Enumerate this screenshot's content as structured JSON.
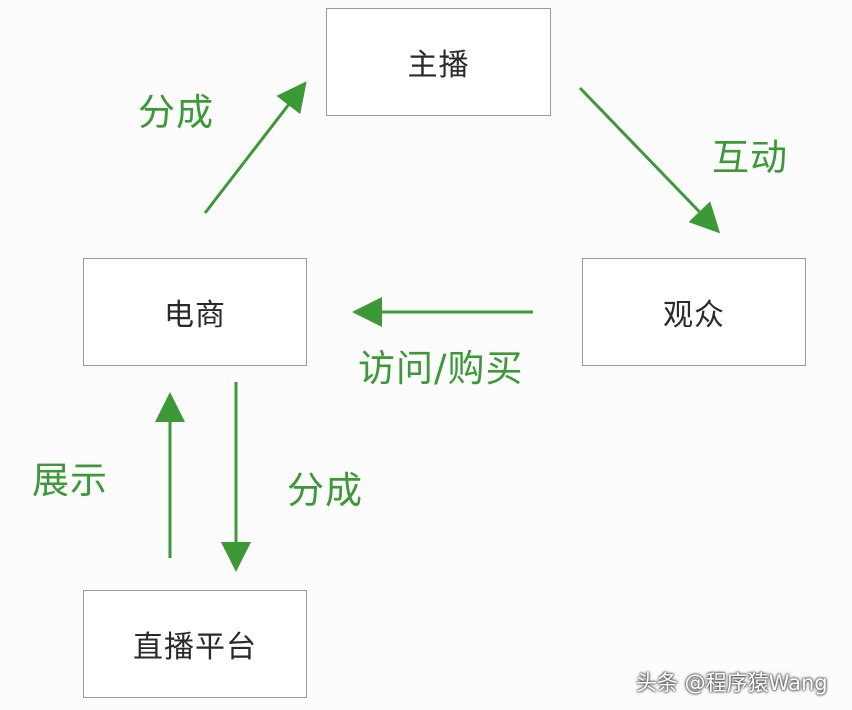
{
  "nodes": {
    "anchor": "主播",
    "ecommerce": "电商",
    "audience": "观众",
    "platform": "直播平台"
  },
  "edges": {
    "ecommerce_to_anchor": "分成",
    "anchor_to_audience": "互动",
    "audience_to_ecommerce": "访问/购买",
    "platform_to_ecommerce": "展示",
    "ecommerce_to_platform": "分成"
  },
  "colors": {
    "arrow": "#3b9a35",
    "box_border": "#9a9a9a",
    "text": "#2a2a2a"
  },
  "watermark": "头条 @程序猿Wang"
}
